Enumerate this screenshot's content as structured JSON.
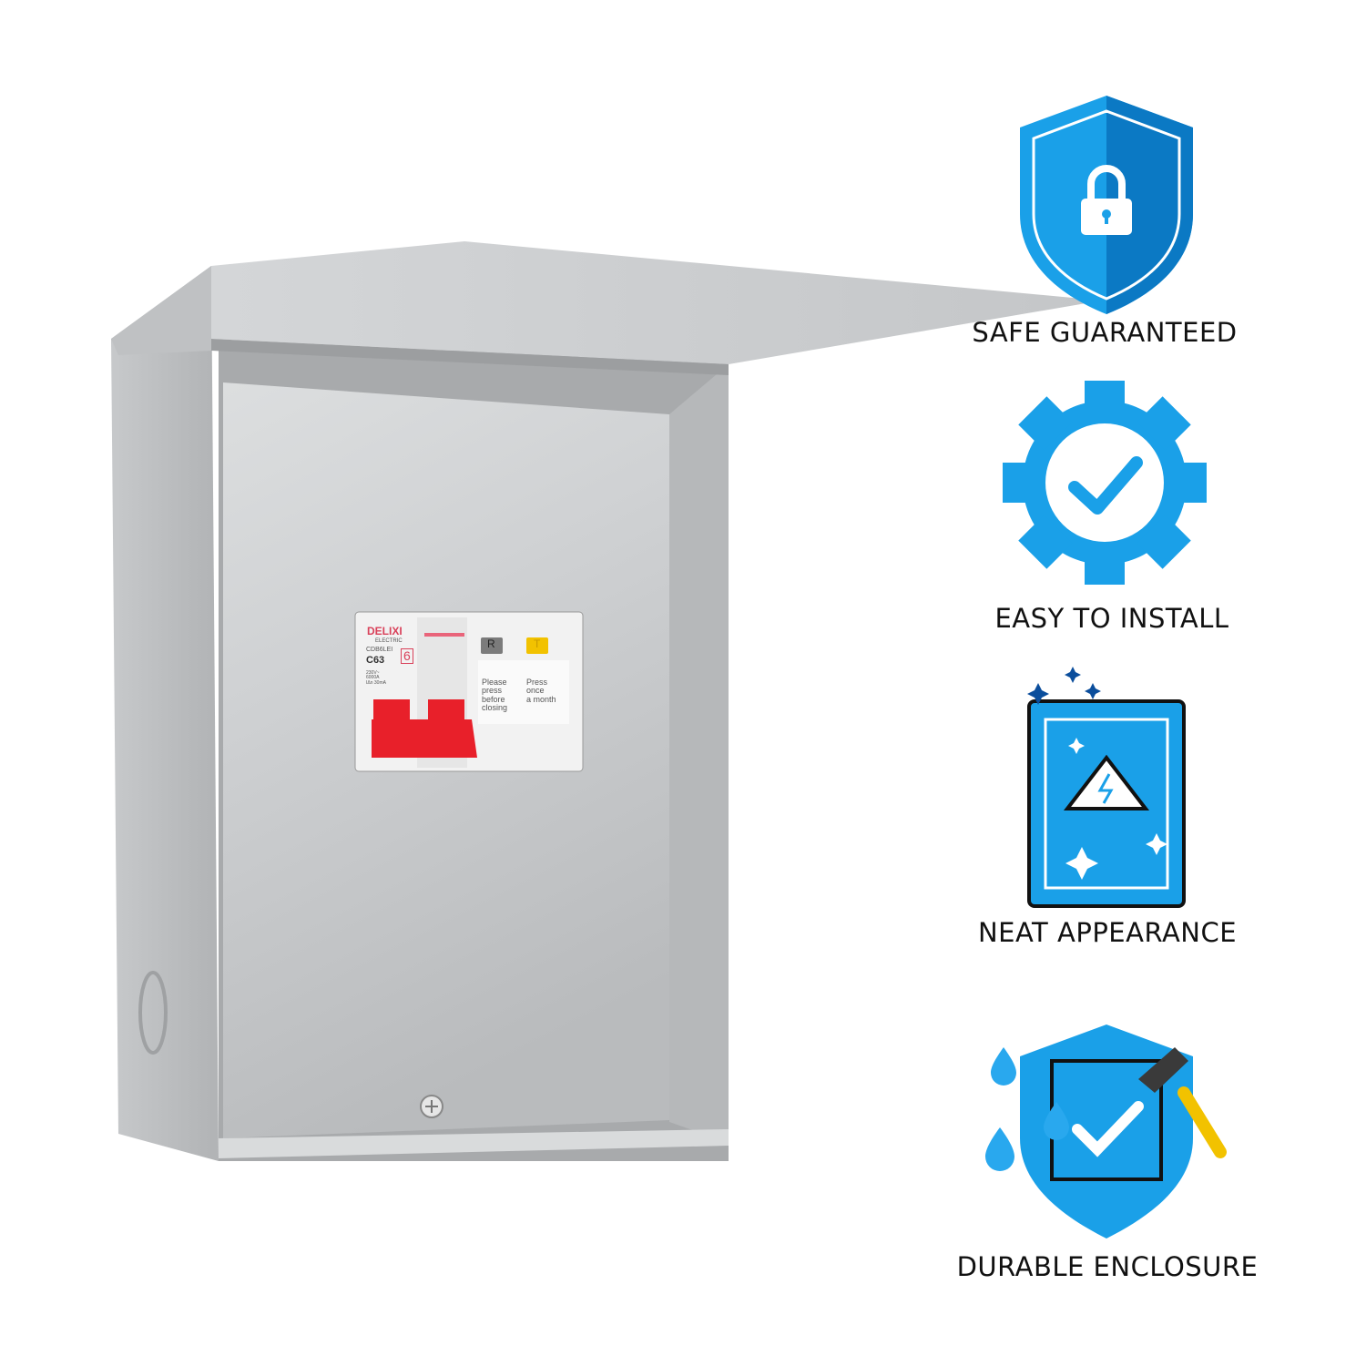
{
  "product": {
    "breaker": {
      "brand": "DELIXI",
      "sub_brand": "ELECTRIC",
      "model": "CDB6LEI",
      "rating": "C63",
      "pole_mark": "6",
      "specs": [
        "230V~",
        "6000A",
        "IΔn 30mA"
      ],
      "reset_button": "R",
      "test_button": "T",
      "reset_note": [
        "Please",
        "press",
        "before",
        "closing"
      ],
      "test_note": [
        "Press",
        "once",
        "a month"
      ]
    }
  },
  "features": [
    {
      "label": "SAFE GUARANTEED",
      "icon": "shield-lock-icon"
    },
    {
      "label": "EASY TO INSTALL",
      "icon": "gear-check-icon"
    },
    {
      "label": "NEAT APPEARANCE",
      "icon": "sparkling-panel-icon"
    },
    {
      "label": "DURABLE ENCLOSURE",
      "icon": "shield-hammer-icon"
    }
  ],
  "colors": {
    "accent": "#1aa0e8",
    "accent_dark": "#0b79c4",
    "enclosure": "#c9cbcd",
    "breaker_handle": "#e8202a",
    "test_button": "#f2c200"
  }
}
